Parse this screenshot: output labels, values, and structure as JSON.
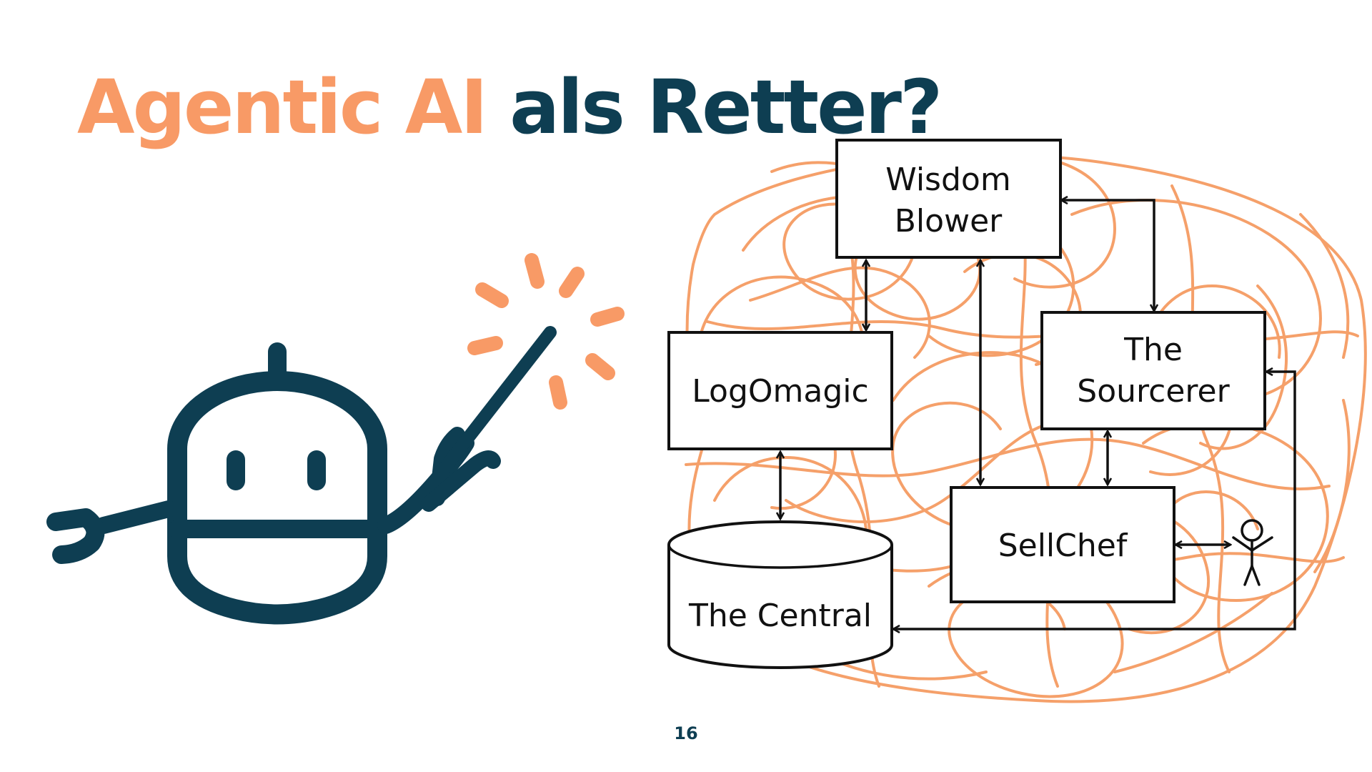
{
  "slide": {
    "title_accent": "Agentic AI",
    "title_main": "als Retter?",
    "page_number": "16"
  },
  "colors": {
    "accent": "#f89a66",
    "primary": "#0e3e52",
    "scribble": "#f5a06a",
    "line": "#111111"
  },
  "diagram": {
    "nodes": {
      "wisdom_blower": [
        "Wisdom",
        "Blower"
      ],
      "logomagic": "LogOmagic",
      "sourcerer": [
        "The",
        "Sourcerer"
      ],
      "sellchef": "SellChef",
      "central": "The Central"
    },
    "icons": {
      "robot": "robot-with-magic-wand-icon",
      "user": "stick-figure-user-icon"
    }
  }
}
